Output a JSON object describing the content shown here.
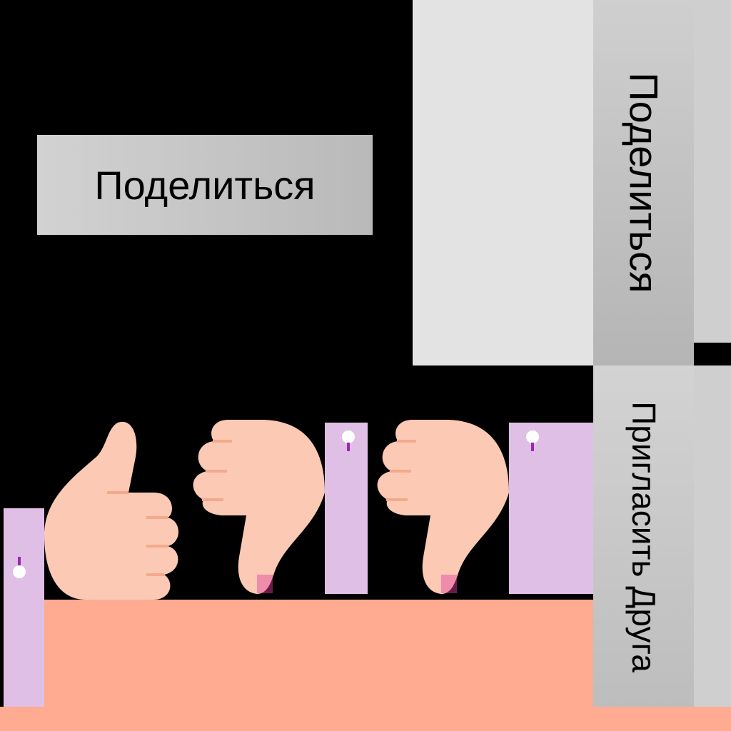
{
  "share_button": {
    "label": "Поделиться"
  },
  "share_button_vertical": {
    "label": "Поделиться"
  },
  "invite_button_vertical": {
    "label": "Пригласить Друга"
  },
  "colors": {
    "background": "#000000",
    "button_gray": "#c4c4c4",
    "panel_light": "#e3e3e3",
    "sleeve_purple": "#dfbfe6",
    "skin": "#fcc9b4",
    "skin_base": "#ffab91",
    "accent_pink": "#e040a0",
    "accent_purple": "#9c27b0"
  },
  "illustration": {
    "icons": [
      "thumbs-up-icon",
      "thumbs-down-icon",
      "thumbs-down-icon"
    ]
  }
}
